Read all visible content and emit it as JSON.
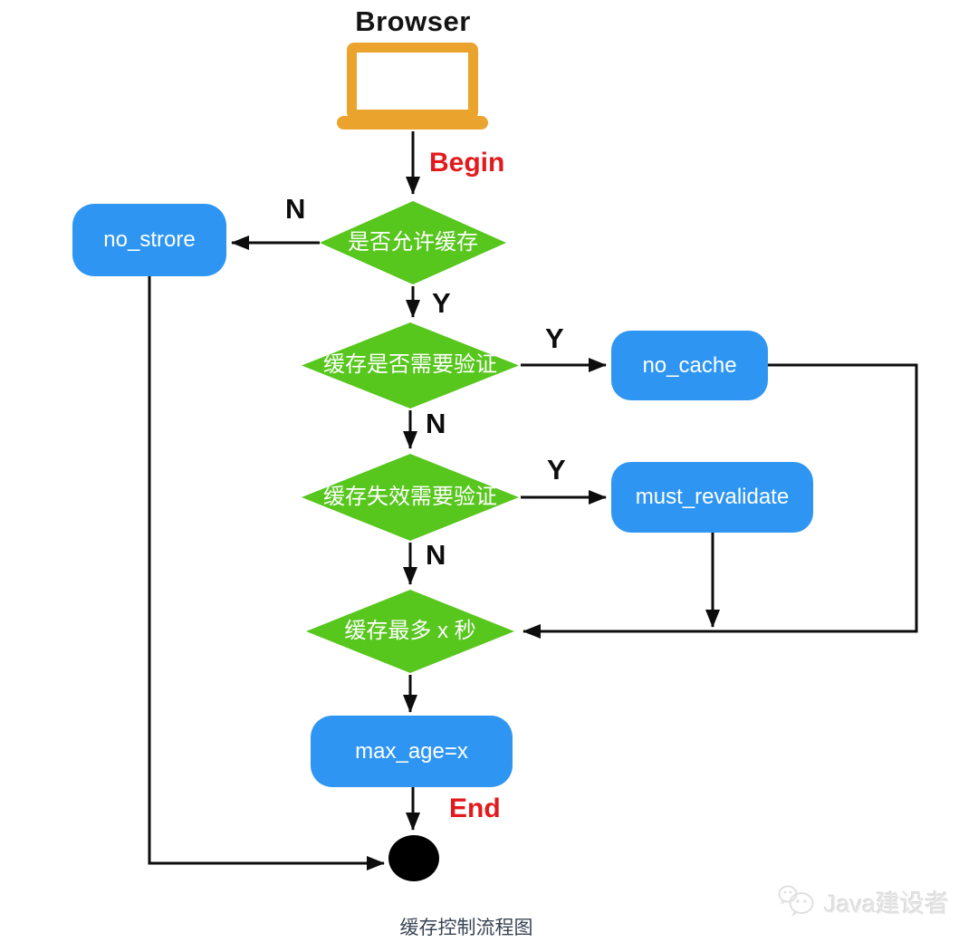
{
  "diagram": {
    "title": "Browser",
    "caption": "缓存控制流程图",
    "watermark": "Java建设者",
    "labels": {
      "begin": "Begin",
      "end": "End",
      "yes": "Y",
      "no": "N"
    },
    "nodes": {
      "decision_allow_cache": "是否允许缓存",
      "decision_need_validate": "缓存是否需要验证",
      "decision_expire_validate": "缓存失效需要验证",
      "decision_max_seconds": "缓存最多 x 秒",
      "no_store": "no_strore",
      "no_cache": "no_cache",
      "must_revalidate": "must_revalidate",
      "max_age": "max_age=x"
    },
    "colors": {
      "decision_green": "#57C61D",
      "process_blue": "#2E96F2",
      "laptop_orange": "#EAA42E",
      "accent_red": "#E3191C"
    }
  }
}
